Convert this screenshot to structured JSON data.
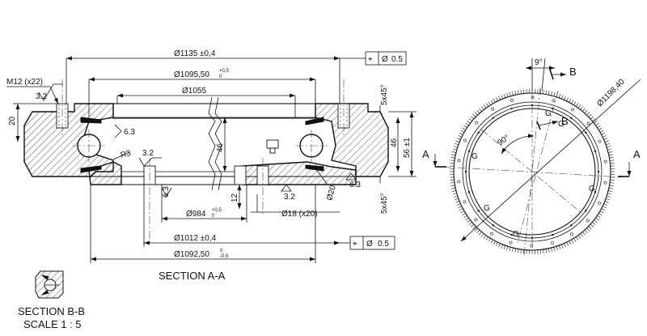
{
  "section_aa": {
    "title": "SECTION A-A",
    "dimensions": {
      "d1135": "Ø1135 ±0,4",
      "d1095": "Ø1095,50",
      "d1095_tol_upper": "+0,5",
      "d1095_tol_lower": "0",
      "d1055": "Ø1055",
      "d984": "Ø984",
      "d984_tol_upper": "+0,5",
      "d984_tol_lower": "0",
      "d1012": "Ø1012 ±0,4",
      "d1092": "Ø1092,50",
      "d1092_tol_upper": "0",
      "d1092_tol_lower": "-0,5",
      "thread": "M12 (x22)",
      "holes": "Ø18 (x20)",
      "h20": "20",
      "h46_inner": "46",
      "h46_right": "46",
      "h56": "56 ±1",
      "h12": "12",
      "d20": "Ø20",
      "chamfer_top": "5x45°",
      "chamfer_bottom": "5x45°",
      "radius": "R3"
    },
    "roughness": {
      "r1": "3.2",
      "r2": "6.3",
      "r3": "3.2",
      "r4": "6.3",
      "r5": "3.2",
      "r6": "6.3"
    },
    "tolerance_top": {
      "symbol": "⌖",
      "diameter": "Ø",
      "value": "0.5"
    },
    "tolerance_bottom": {
      "symbol": "⌖",
      "diameter": "Ø",
      "value": "0.5"
    }
  },
  "section_bb": {
    "title": "SECTION B-B",
    "scale": "SCALE 1 : 5"
  },
  "plan_view": {
    "angle_top": "9°",
    "angle_mid": "90°",
    "diameter": "Ø1198,40",
    "label_b_top": "B",
    "label_b_lower": "B",
    "label_a_left": "A",
    "label_a_right": "A",
    "g_labels": [
      "G",
      "G",
      "G",
      "G",
      "G",
      "G"
    ]
  }
}
